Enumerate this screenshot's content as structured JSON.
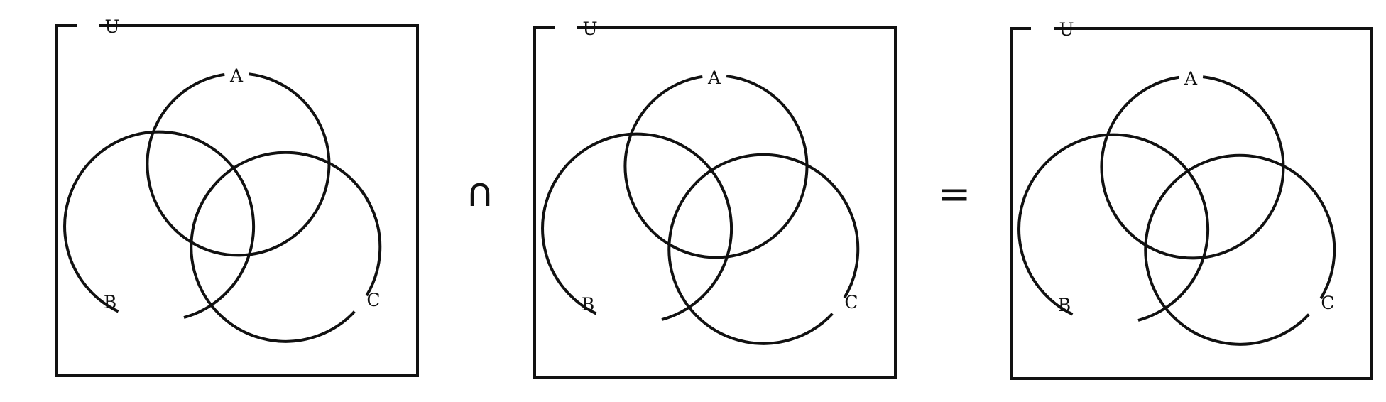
{
  "operator_intersection": "∩",
  "operator_equals": "=",
  "diagrams": [
    {
      "universe_label": "U",
      "labels": {
        "a": "A",
        "b": "B",
        "c": "C"
      }
    },
    {
      "universe_label": "U",
      "labels": {
        "a": "A",
        "b": "B",
        "c": "C"
      }
    },
    {
      "universe_label": "U",
      "labels": {
        "a": "A",
        "b": "B",
        "c": "C"
      }
    }
  ],
  "colors": {
    "stroke": "#111111",
    "background": "#ffffff"
  }
}
